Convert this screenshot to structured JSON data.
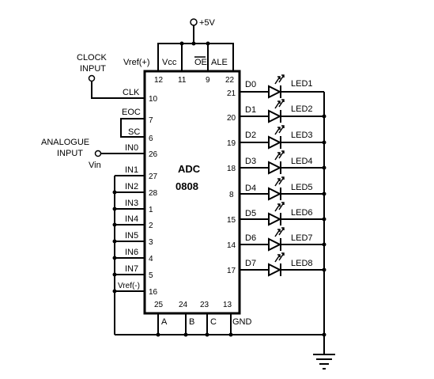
{
  "supply": {
    "label": "+5V"
  },
  "clock": {
    "line1": "CLOCK",
    "line2": "INPUT"
  },
  "analogue": {
    "line1": "ANALOGUE",
    "line2": "INPUT",
    "vin": "Vin"
  },
  "chip": {
    "name": "ADC",
    "part": "0808",
    "top_pins": [
      {
        "signal": "Vref(+)",
        "pin": "12"
      },
      {
        "signal": "Vcc",
        "pin": "11"
      },
      {
        "signal": "OE",
        "pin": "9"
      },
      {
        "signal": "ALE",
        "pin": "22"
      }
    ],
    "left_pins": [
      {
        "signal": "CLK",
        "pin": "10"
      },
      {
        "signal": "EOC",
        "pin": "7"
      },
      {
        "signal": "SC",
        "pin": "6"
      },
      {
        "signal": "IN0",
        "pin": "26"
      },
      {
        "signal": "IN1",
        "pin": "27"
      },
      {
        "signal": "IN2",
        "pin": "28"
      },
      {
        "signal": "IN3",
        "pin": "1"
      },
      {
        "signal": "IN4",
        "pin": "2"
      },
      {
        "signal": "IN5",
        "pin": "3"
      },
      {
        "signal": "IN6",
        "pin": "4"
      },
      {
        "signal": "IN7",
        "pin": "5"
      },
      {
        "signal": "Vref(-)",
        "pin": "16"
      }
    ],
    "right_pins": [
      {
        "signal": "D0",
        "pin": "21",
        "led": "LED1"
      },
      {
        "signal": "D1",
        "pin": "20",
        "led": "LED2"
      },
      {
        "signal": "D2",
        "pin": "19",
        "led": "LED3"
      },
      {
        "signal": "D3",
        "pin": "18",
        "led": "LED4"
      },
      {
        "signal": "D4",
        "pin": "8",
        "led": "LED5"
      },
      {
        "signal": "D5",
        "pin": "15",
        "led": "LED6"
      },
      {
        "signal": "D6",
        "pin": "14",
        "led": "LED7"
      },
      {
        "signal": "D7",
        "pin": "17",
        "led": "LED8"
      }
    ],
    "bottom_pins": [
      {
        "signal": "A",
        "pin": "25"
      },
      {
        "signal": "B",
        "pin": "24"
      },
      {
        "signal": "C",
        "pin": "23"
      },
      {
        "signal": "GND",
        "pin": "13"
      }
    ]
  }
}
